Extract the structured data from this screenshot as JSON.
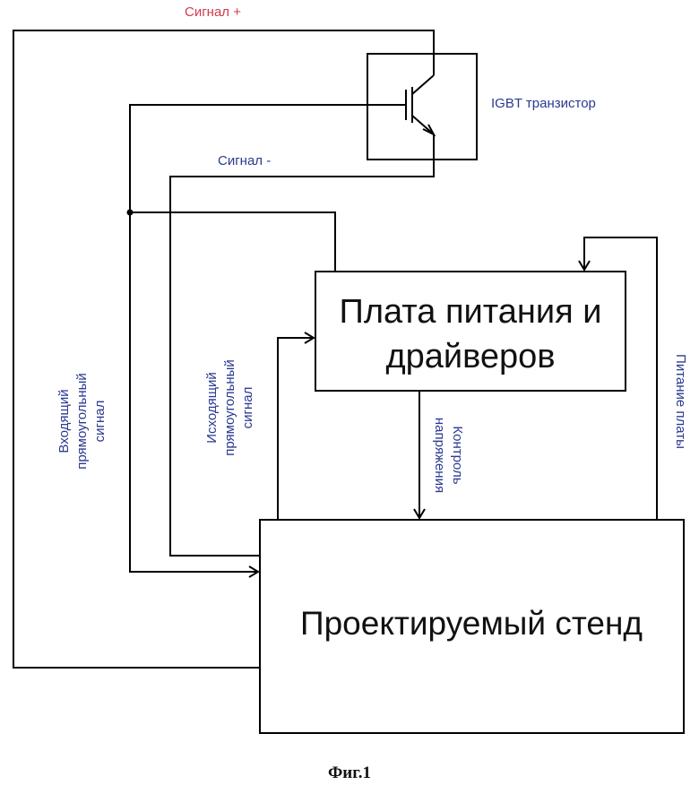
{
  "labels": {
    "signal_plus": "Сигнал +",
    "signal_minus": "Сигнал -",
    "igbt": "IGBT транзистор",
    "power_board_line1": "Плата питания и",
    "power_board_line2": "драйверов",
    "stand": "Проектируемый стенд",
    "input_signal": [
      "Входящий",
      "прямоугольный",
      "сигнал"
    ],
    "output_signal": [
      "Исходящий",
      "прямоугольный",
      "сигнал"
    ],
    "voltage_control": [
      "Контроль",
      "напряжения"
    ],
    "board_power": [
      "Питание платы"
    ],
    "figure_caption": "Фиг.1"
  },
  "colors": {
    "signal_plus": "#d23a4e",
    "labels_blue": "#2b3a8f"
  }
}
